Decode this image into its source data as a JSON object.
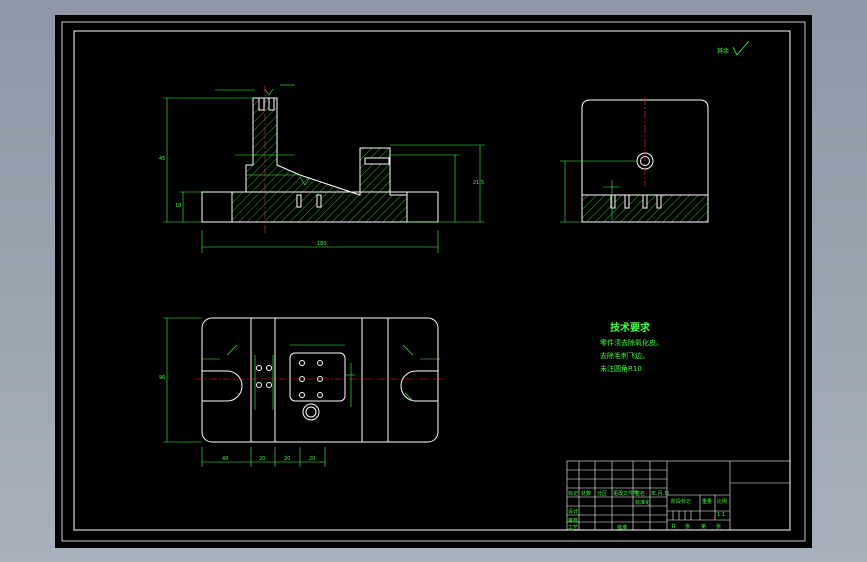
{
  "viewport": {
    "background": "#9aa3af",
    "sheet_color": "#000000"
  },
  "colors": {
    "outline": "#ffffff",
    "dimension": "#3cff3c",
    "centerline": "#ff2a2a",
    "hatch": "#3cff3c",
    "title_block": "#ffffff"
  },
  "roughness_note": "其余",
  "technical_requirements": {
    "title": "技术要求",
    "items": [
      "零件须去除氧化皮。",
      "去除毛刺飞边。",
      "未注圆角R10"
    ]
  },
  "dimensions": {
    "front_total_length": "180",
    "front_height": "45",
    "base_height": "18",
    "right_height": "21.5",
    "plan_width": "96",
    "plan_d1": "49",
    "plan_d2": "20",
    "plan_d3": "20",
    "plan_d4": "20"
  },
  "title_block": {
    "labels": [
      "标记",
      "处数",
      "分区",
      "更改文件号",
      "签名",
      "年.月.日",
      "设计",
      "标准化",
      "阶段标记",
      "重量",
      "比例",
      "审核",
      "工艺",
      "批准",
      "共",
      "张",
      "第",
      "张"
    ],
    "scale": "1:1"
  }
}
